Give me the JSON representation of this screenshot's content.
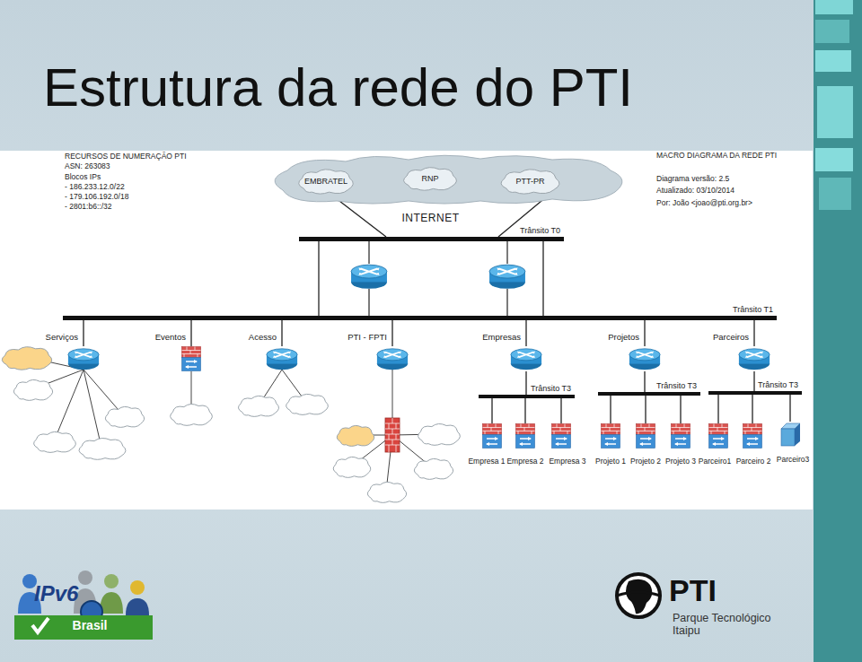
{
  "diagram": {
    "title": "Estrutura da rede do PTI",
    "nodes": [
      {
        "text": [
          "INTERNET"
        ]
      },
      {
        "text": [
          "EMBRATEL"
        ],
        "in": 0
      },
      {
        "text": [
          "RNP"
        ],
        "in": 0
      },
      {
        "text": [
          "PTT-PR"
        ],
        "in": 0
      },
      {
        "text": [
          "Trânsito T0"
        ]
      },
      {
        "text": [
          "Trânsito T1"
        ]
      },
      {
        "text": [
          "Serviços"
        ]
      },
      {
        "text": [
          "Eventos"
        ]
      },
      {
        "text": [
          "Acesso"
        ]
      },
      {
        "text": [
          "PTI - FPTI"
        ]
      },
      {
        "text": [
          "Empresas"
        ]
      },
      {
        "text": [
          "Projetos"
        ]
      },
      {
        "text": [
          "Parceiros"
        ]
      },
      {
        "text": [
          "Trânsito T3"
        ]
      },
      {
        "text": [
          "Trânsito T3"
        ]
      },
      {
        "text": [
          "Trânsito T3"
        ]
      },
      {
        "text": [
          "Empresa 1"
        ]
      },
      {
        "text": [
          "Empresa 2"
        ]
      },
      {
        "text": [
          "Empresa 3"
        ]
      },
      {
        "text": [
          "Projeto 1"
        ]
      },
      {
        "text": [
          "Projeto 2"
        ]
      },
      {
        "text": [
          "Projeto 3"
        ]
      },
      {
        "text": [
          "Parceiro1"
        ]
      },
      {
        "text": [
          "Parceiro 2"
        ]
      },
      {
        "text": [
          "Parceiro3"
        ]
      }
    ],
    "edges": [
      {
        "from": 0,
        "to": 4,
        "arrow": "none"
      },
      {
        "from": 0,
        "to": 4,
        "arrow": "none"
      },
      {
        "from": 4,
        "to": 5,
        "arrow": "none"
      },
      {
        "from": 4,
        "to": 5,
        "arrow": "none"
      },
      {
        "from": 5,
        "to": 6,
        "arrow": "none"
      },
      {
        "from": 5,
        "to": 7,
        "arrow": "none"
      },
      {
        "from": 5,
        "to": 8,
        "arrow": "none"
      },
      {
        "from": 5,
        "to": 9,
        "arrow": "none"
      },
      {
        "from": 5,
        "to": 10,
        "arrow": "none"
      },
      {
        "from": 5,
        "to": 11,
        "arrow": "none"
      },
      {
        "from": 5,
        "to": 12,
        "arrow": "none"
      },
      {
        "from": 10,
        "to": 13,
        "arrow": "none"
      },
      {
        "from": 11,
        "to": 14,
        "arrow": "none"
      },
      {
        "from": 12,
        "to": 15,
        "arrow": "none"
      },
      {
        "from": 13,
        "to": 16,
        "arrow": "none"
      },
      {
        "from": 13,
        "to": 17,
        "arrow": "none"
      },
      {
        "from": 13,
        "to": 18,
        "arrow": "none"
      },
      {
        "from": 14,
        "to": 19,
        "arrow": "none"
      },
      {
        "from": 14,
        "to": 20,
        "arrow": "none"
      },
      {
        "from": 14,
        "to": 21,
        "arrow": "none"
      },
      {
        "from": 15,
        "to": 22,
        "arrow": "none"
      },
      {
        "from": 15,
        "to": 23,
        "arrow": "none"
      },
      {
        "from": 15,
        "to": 24,
        "arrow": "none"
      }
    ],
    "labels": [
      "RECURSOS DE NUMERAÇÃO PTI",
      "ASN: 263083",
      "Blocos IPs",
      "- 186.233.12.0/22",
      "- 179.106.192.0/18",
      "- 2801:b6::/32",
      "MACRO DIAGRAMA DA REDE PTI",
      "Diagrama versão: 2.5",
      "Atualizado: 03/10/2014",
      "Por: João <joao@pti.org.br>",
      "IPv6",
      "Brasil",
      "PTI",
      "Parque Tecnológico Itaipu"
    ]
  }
}
